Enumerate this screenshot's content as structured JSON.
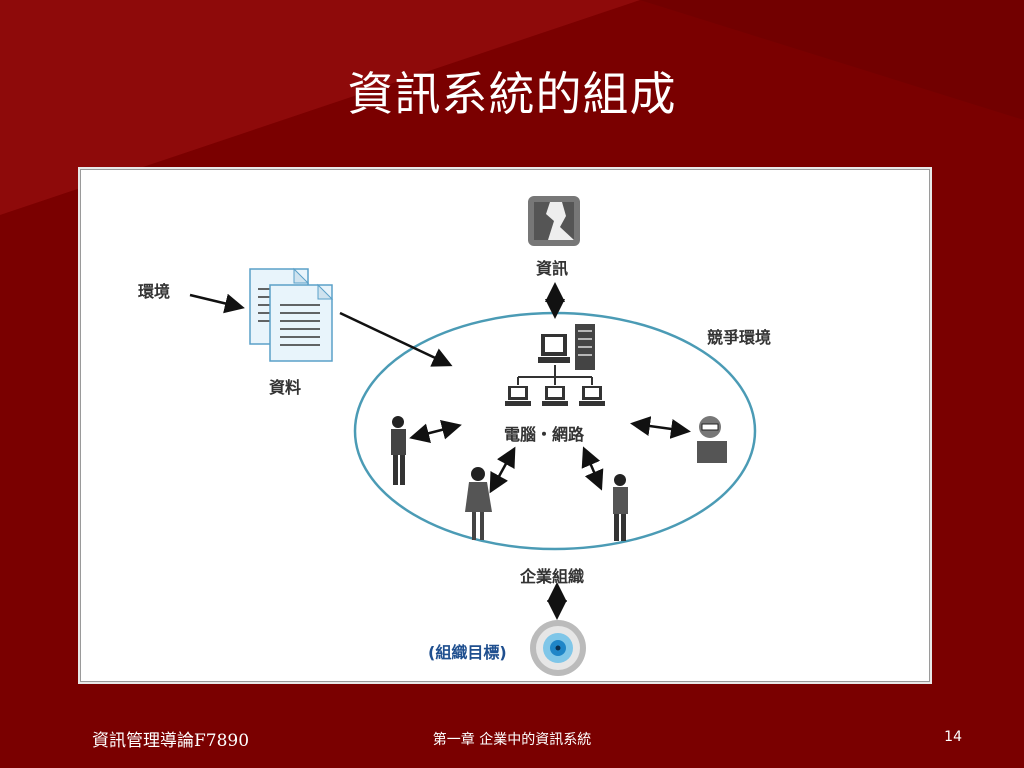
{
  "slide": {
    "title": "資訊系統的組成",
    "colors": {
      "background": "#7a0000",
      "ellipse": "#4b9bb5",
      "target_center": "#1f86c8"
    }
  },
  "diagram": {
    "labels": {
      "environment": "環境",
      "data": "資料",
      "information": "資訊",
      "competitive_env": "競爭環境",
      "computer_network": "電腦・網路",
      "enterprise": "企業組織",
      "org_goal": "(組織目標)"
    },
    "icons": [
      "document-stack-icon",
      "information-image-icon",
      "computer-server-icon",
      "terminal-icon",
      "person-icon",
      "target-icon",
      "arrow-icon"
    ]
  },
  "footer": {
    "left": "資訊管理導論F7890",
    "center": "第一章 企業中的資訊系統",
    "page": "14"
  }
}
